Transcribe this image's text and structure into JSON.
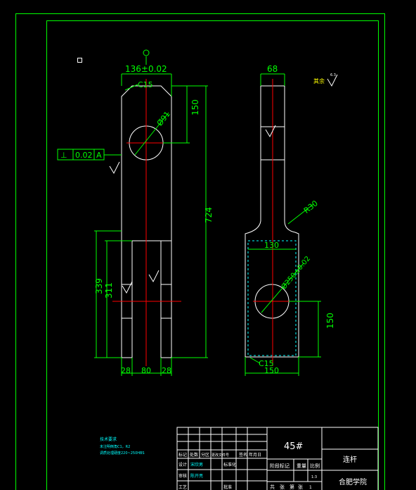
{
  "front_view": {
    "flatness": "136±0.02",
    "chamfer": "C15",
    "hole_dia": "Ø91",
    "height_top": "150",
    "length_total": "724",
    "datum_frame": {
      "symbol": "⊥",
      "tolerance": "0.02",
      "datum": "A"
    },
    "h_339": "339",
    "h_311": "311",
    "w_left": "28",
    "w_mid": "80",
    "w_right": "28"
  },
  "side_view": {
    "width_top": "68",
    "radius": "R30",
    "width_130": "130",
    "hole_dia": "Ø250±0.02",
    "height_bottom": "150",
    "chamfer": "C15",
    "width_bottom": "150"
  },
  "roughness_note": "其余",
  "roughness_value": "6.3",
  "tech_req": {
    "title": "技术要求",
    "line1": "未注明倒角C1，R2",
    "line2": "调质处理硬度220~250HBS"
  },
  "title_block": {
    "material": "45#",
    "part_name": "连杆",
    "school": "合肥学院",
    "stage_mark": "阶段标记",
    "weight": "重量",
    "scale": "比例",
    "scale_value": "1:3",
    "row1": [
      "标记",
      "处数",
      "分区",
      "更改文件号",
      "签名",
      "年月日"
    ],
    "designer": "设计",
    "designer_name": "宋欣男",
    "standard": "标准化",
    "reviewer": "审核",
    "reviewer_name": "陈开亮",
    "craft": "工艺",
    "approve": "批准",
    "total": "共",
    "sheet": "张",
    "page": "第",
    "sheet_no": "1"
  }
}
